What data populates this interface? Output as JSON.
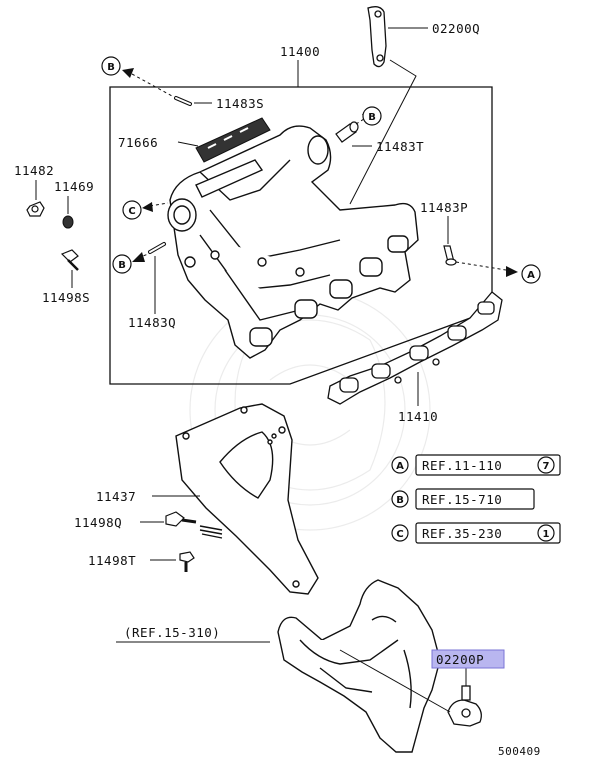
{
  "diagram": {
    "labels": {
      "p02200Q": "02200Q",
      "p11400": "11400",
      "p11483S": "11483S",
      "p71666": "71666",
      "p11483T": "11483T",
      "p11482": "11482",
      "p11469": "11469",
      "p11483P": "11483P",
      "p11498S": "11498S",
      "p11483Q": "11483Q",
      "p11410": "11410",
      "p11437": "11437",
      "p11498Q": "11498Q",
      "p11498T": "11498T",
      "ref_15_310": "(REF.15-310)",
      "p02200P": "02200P",
      "diagram_no": "500409"
    },
    "markers": {
      "a": "A",
      "b": "B",
      "c": "C"
    },
    "references": [
      {
        "marker": "A",
        "text": "REF.11-110",
        "circled": "7"
      },
      {
        "marker": "B",
        "text": "REF.15-710",
        "circled": ""
      },
      {
        "marker": "C",
        "text": "REF.35-230",
        "circled": "1"
      }
    ],
    "highlight_color": "#b9b6f0"
  }
}
